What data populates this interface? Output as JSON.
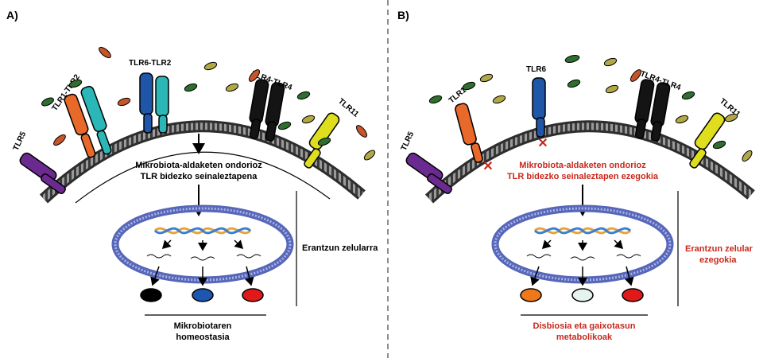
{
  "panel_a": {
    "tag": "A)",
    "receptors": {
      "tlr5": "TLR5",
      "tlr1_tlr2": "TLR1-TLR2",
      "tlr6_tlr2": "TLR6-TLR2",
      "tlr4_tlr4": "TLR4-TLR4",
      "tlr11": "TLR11"
    },
    "signal_line1": "Mikrobiota-aldaketen ondorioz",
    "signal_line2": "TLR bidezko seinaleztapena",
    "response": "Erantzun zelularra",
    "outcome_line1": "Mikrobiotaren",
    "outcome_line2": "homeostasia"
  },
  "panel_b": {
    "tag": "B)",
    "receptors": {
      "tlr5": "TLR5",
      "tlr1": "TLR1",
      "tlr6": "TLR6",
      "tlr4_tlr4": "TLR4-TLR4",
      "tlr11": "TLR11"
    },
    "signal_line1": "Mikrobiota-aldaketen ondorioz",
    "signal_line2": "TLR bidezko seinaleztapen ezegokia",
    "response_line1": "Erantzun zelular",
    "response_line2": "ezegokia",
    "outcome_line1": "Disbiosia eta gaixotasun",
    "outcome_line2": "metabolikoak"
  },
  "colors": {
    "tlr5": "#6b2a8f",
    "tlr1": "#e8692a",
    "tlr2": "#2bb7b8",
    "tlr6": "#1f56a8",
    "tlr4": "#141414",
    "tlr11": "#dede1e",
    "membrane": "#555555",
    "nucleus": "#7585c8",
    "alert_text": "#c8281c",
    "block_mark": "#c8281c",
    "outcome_black": "#000000",
    "outcome_blue": "#1c56b0",
    "outcome_red": "#e01a1a",
    "outcome_orange": "#f07818",
    "outcome_pale": "#e6f4f0"
  }
}
